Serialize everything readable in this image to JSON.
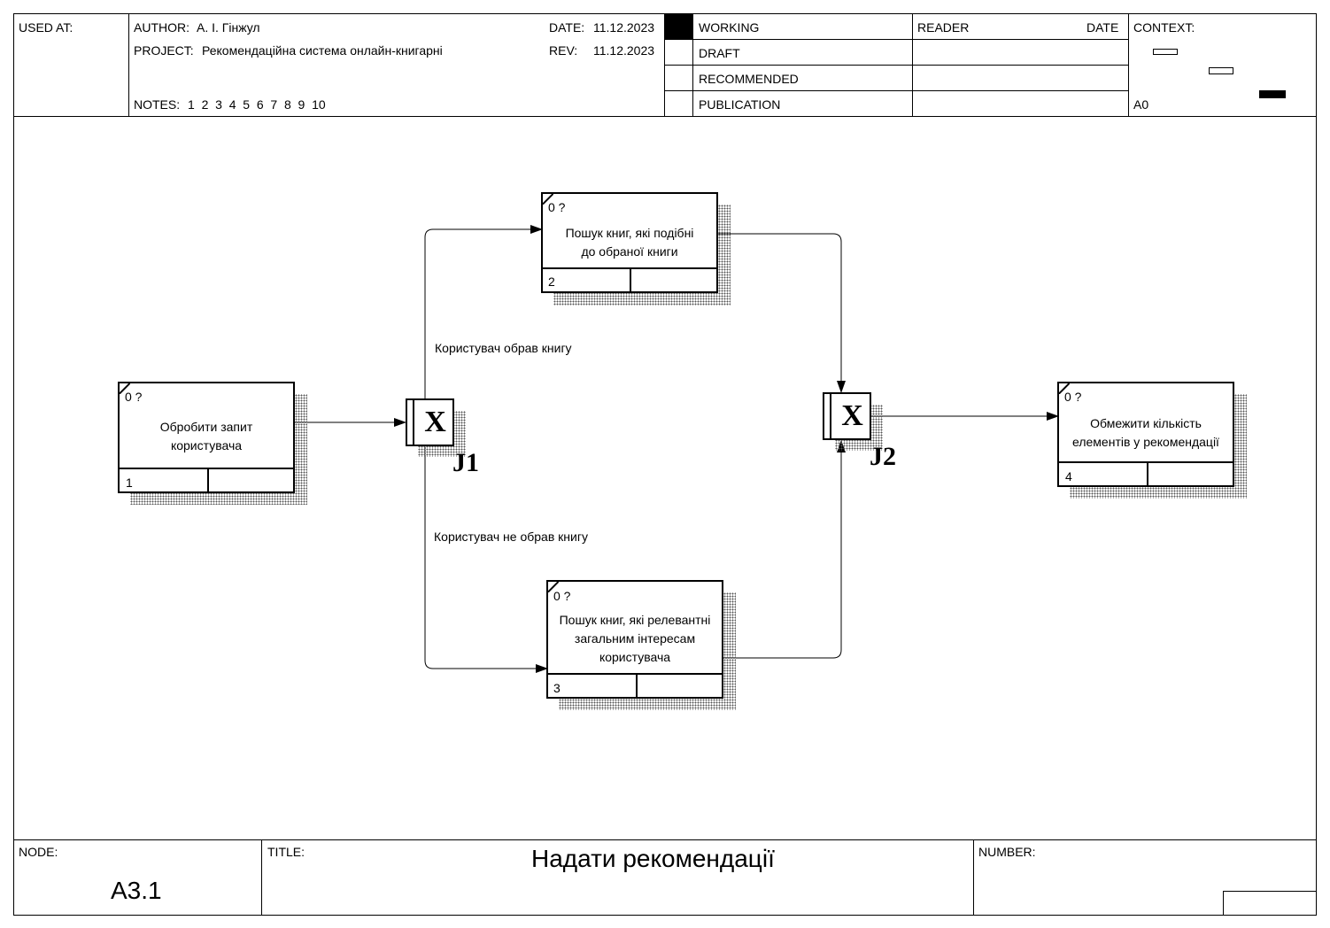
{
  "header": {
    "used_at_label": "USED AT:",
    "author_label": "AUTHOR:",
    "author": "А. І. Гінжул",
    "project_label": "PROJECT:",
    "project": "Рекомендаційна система онлайн-книгарні",
    "notes_label": "NOTES:",
    "notes": "1  2  3  4  5  6  7  8  9  10",
    "date_label": "DATE:",
    "date": "11.12.2023",
    "rev_label": "REV:",
    "rev": "11.12.2023",
    "status": [
      "WORKING",
      "DRAFT",
      "RECOMMENDED",
      "PUBLICATION"
    ],
    "reader_label": "READER",
    "reader_date_label": "DATE",
    "context_label": "CONTEXT:",
    "context_node": "A0"
  },
  "diagram": {
    "boxes": [
      {
        "cost": "0 ?",
        "title": "Обробити запит користувача",
        "lines": [
          "Обробити запит",
          "користувача"
        ],
        "number": "1"
      },
      {
        "cost": "0 ?",
        "title": "Пошук книг, які подібні до обраної книги",
        "lines": [
          "Пошук книг, які подібні",
          "до обраної книги"
        ],
        "number": "2"
      },
      {
        "cost": "0 ?",
        "title": "Пошук книг, які релевантні загальним інтересам користувача",
        "lines": [
          "Пошук книг, які релевантні",
          "загальним інтересам",
          "користувача"
        ],
        "number": "3"
      },
      {
        "cost": "0 ?",
        "title": "Обмежити кількість елементів у рекомендації",
        "lines": [
          "Обмежити кількість",
          "елементів у рекомендації"
        ],
        "number": "4"
      }
    ],
    "junctions": [
      {
        "symbol": "X",
        "label": "J1"
      },
      {
        "symbol": "X",
        "label": "J2"
      }
    ],
    "arrow_labels": [
      "Користувач обрав книгу",
      "Користувач не обрав книгу"
    ]
  },
  "footer": {
    "node_label": "NODE:",
    "node": "A3.1",
    "title_label": "TITLE:",
    "title": "Надати рекомендації",
    "number_label": "NUMBER:"
  }
}
